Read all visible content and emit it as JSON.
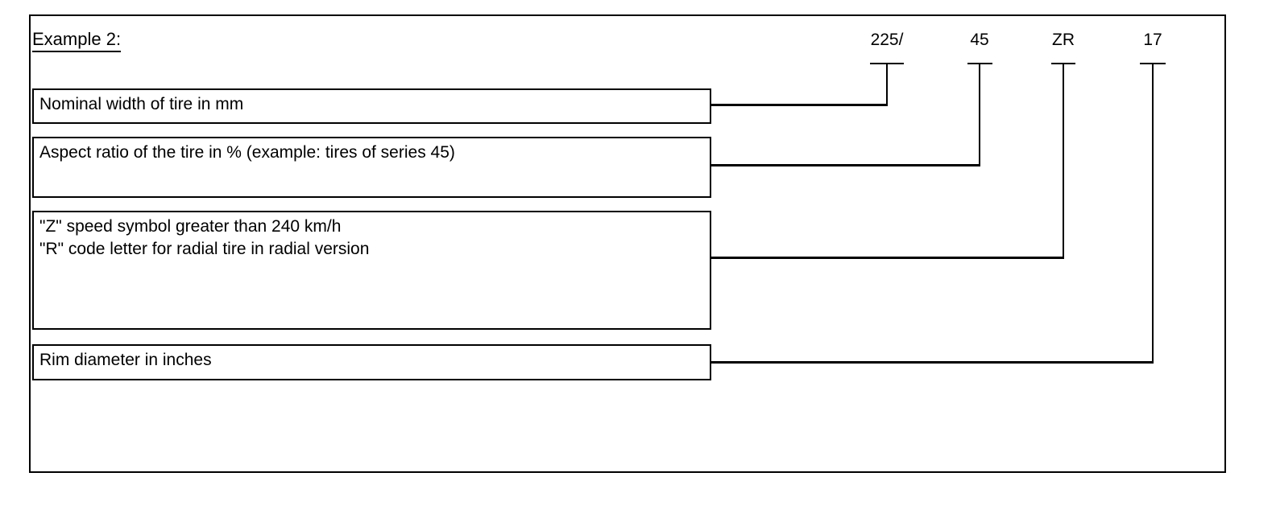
{
  "title": "Example 2:",
  "tire_code": {
    "parts": [
      {
        "label": "225/"
      },
      {
        "label": "45"
      },
      {
        "label": "ZR"
      },
      {
        "label": "17"
      }
    ]
  },
  "boxes": [
    {
      "lines": [
        "Nominal width of tire in mm"
      ]
    },
    {
      "lines": [
        "Aspect ratio of the tire in % (example: tires of series 45)"
      ]
    },
    {
      "lines": [
        "\"Z\" speed symbol greater than 240 km/h",
        "\"R\" code letter for radial tire in radial version"
      ]
    },
    {
      "lines": [
        "Rim diameter in inches"
      ]
    }
  ],
  "colors": {
    "ink": "#000000",
    "background": "#ffffff"
  }
}
